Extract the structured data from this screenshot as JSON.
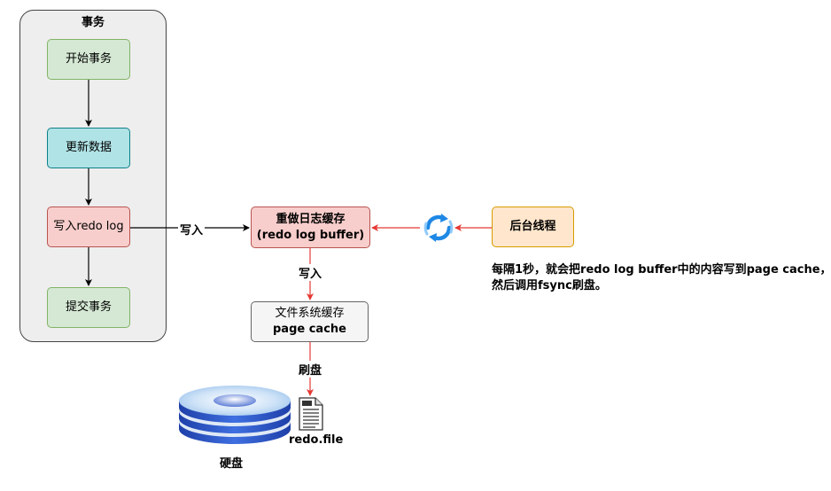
{
  "group": {
    "title": "事务"
  },
  "steps": {
    "start": "开始事务",
    "update": "更新数据",
    "write_redo": "写入redo log",
    "commit": "提交事务"
  },
  "redo_buffer": {
    "line1": "重做日志缓存",
    "line2": "(redo log buffer)"
  },
  "page_cache": {
    "line1": "文件系统缓存",
    "line2": "page cache"
  },
  "bg_thread": "后台线程",
  "edges": {
    "write_1": "写入",
    "write_2": "写入",
    "flush": "刷盘"
  },
  "note": {
    "line1": "每隔1秒，就会把redo log buffer中的内容写到page cache，",
    "line2": "然后调用fsync刷盘。"
  },
  "disk_label": "硬盘",
  "file_label": "redo.file",
  "colors": {
    "green_fill": "#d5e8d4",
    "green_stroke": "#82b366",
    "teal_fill": "#b0e3e6",
    "teal_stroke": "#0e8088",
    "red_fill": "#f8cecc",
    "red_stroke": "#b85450",
    "gray_fill": "#f5f5f5",
    "gray_stroke": "#666666",
    "orange_fill": "#ffe6cc",
    "orange_stroke": "#d79b00",
    "red_arrow": "#e53935",
    "blue_sync": "#1e88e5"
  },
  "icons": {
    "sync": "sync-arrows-icon",
    "disk": "hard-disk-icon",
    "file": "file-icon"
  }
}
